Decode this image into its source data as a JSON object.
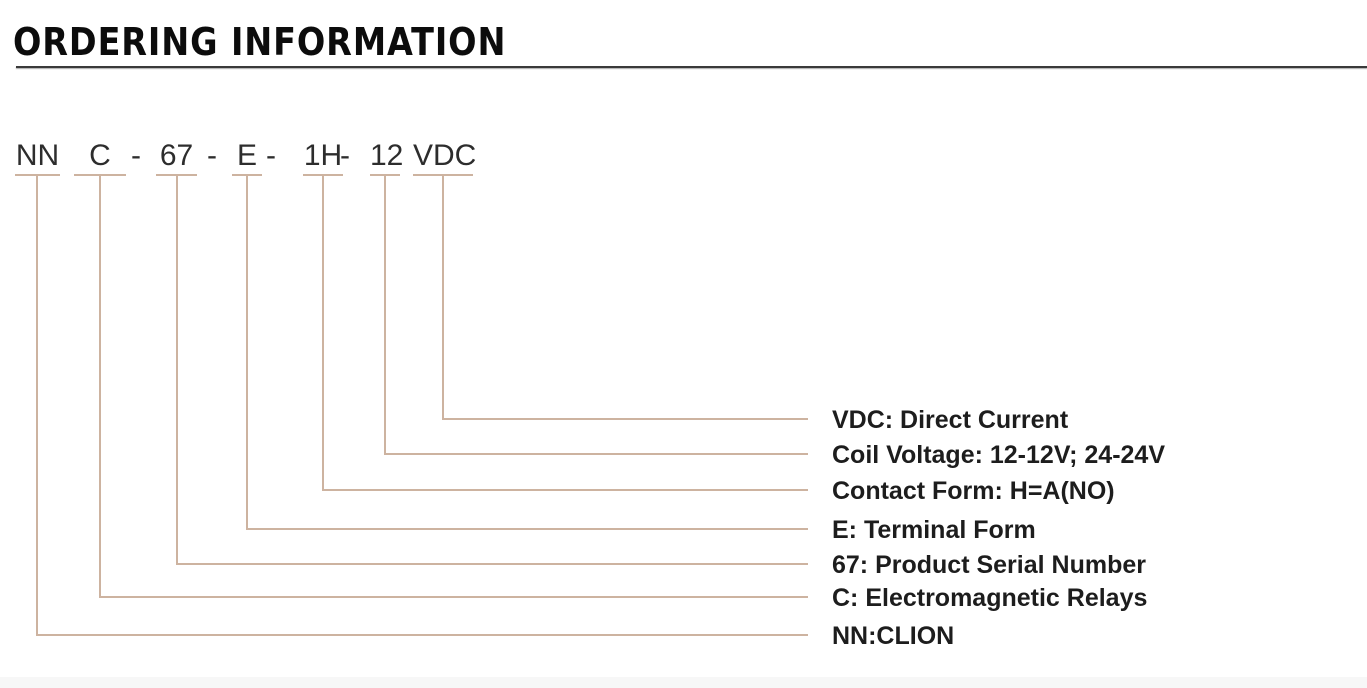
{
  "page": {
    "title": "ORDERING INFORMATION"
  },
  "part_number": {
    "separator": "-",
    "segments": [
      {
        "code": "NN",
        "description": "NN:CLION"
      },
      {
        "code": "C",
        "description": "C: Electromagnetic Relays"
      },
      {
        "code": "67",
        "description": "67: Product Serial Number"
      },
      {
        "code": "E",
        "description": "E: Terminal Form"
      },
      {
        "code": "1H",
        "description": "Contact Form: H=A(NO)"
      },
      {
        "code": "12",
        "description": "Coil Voltage: 12-12V; 24-24V"
      },
      {
        "code": "VDC",
        "description": "VDC: Direct Current"
      }
    ]
  },
  "colors": {
    "leader_line": "#cdb3a0",
    "title_text": "#0c0c0c",
    "code_text": "#2d2d2d",
    "label_text": "#1d1d1d",
    "divider": "#3a3a3a",
    "background": "#ffffff",
    "footer_strip": "#f7f7f7"
  }
}
